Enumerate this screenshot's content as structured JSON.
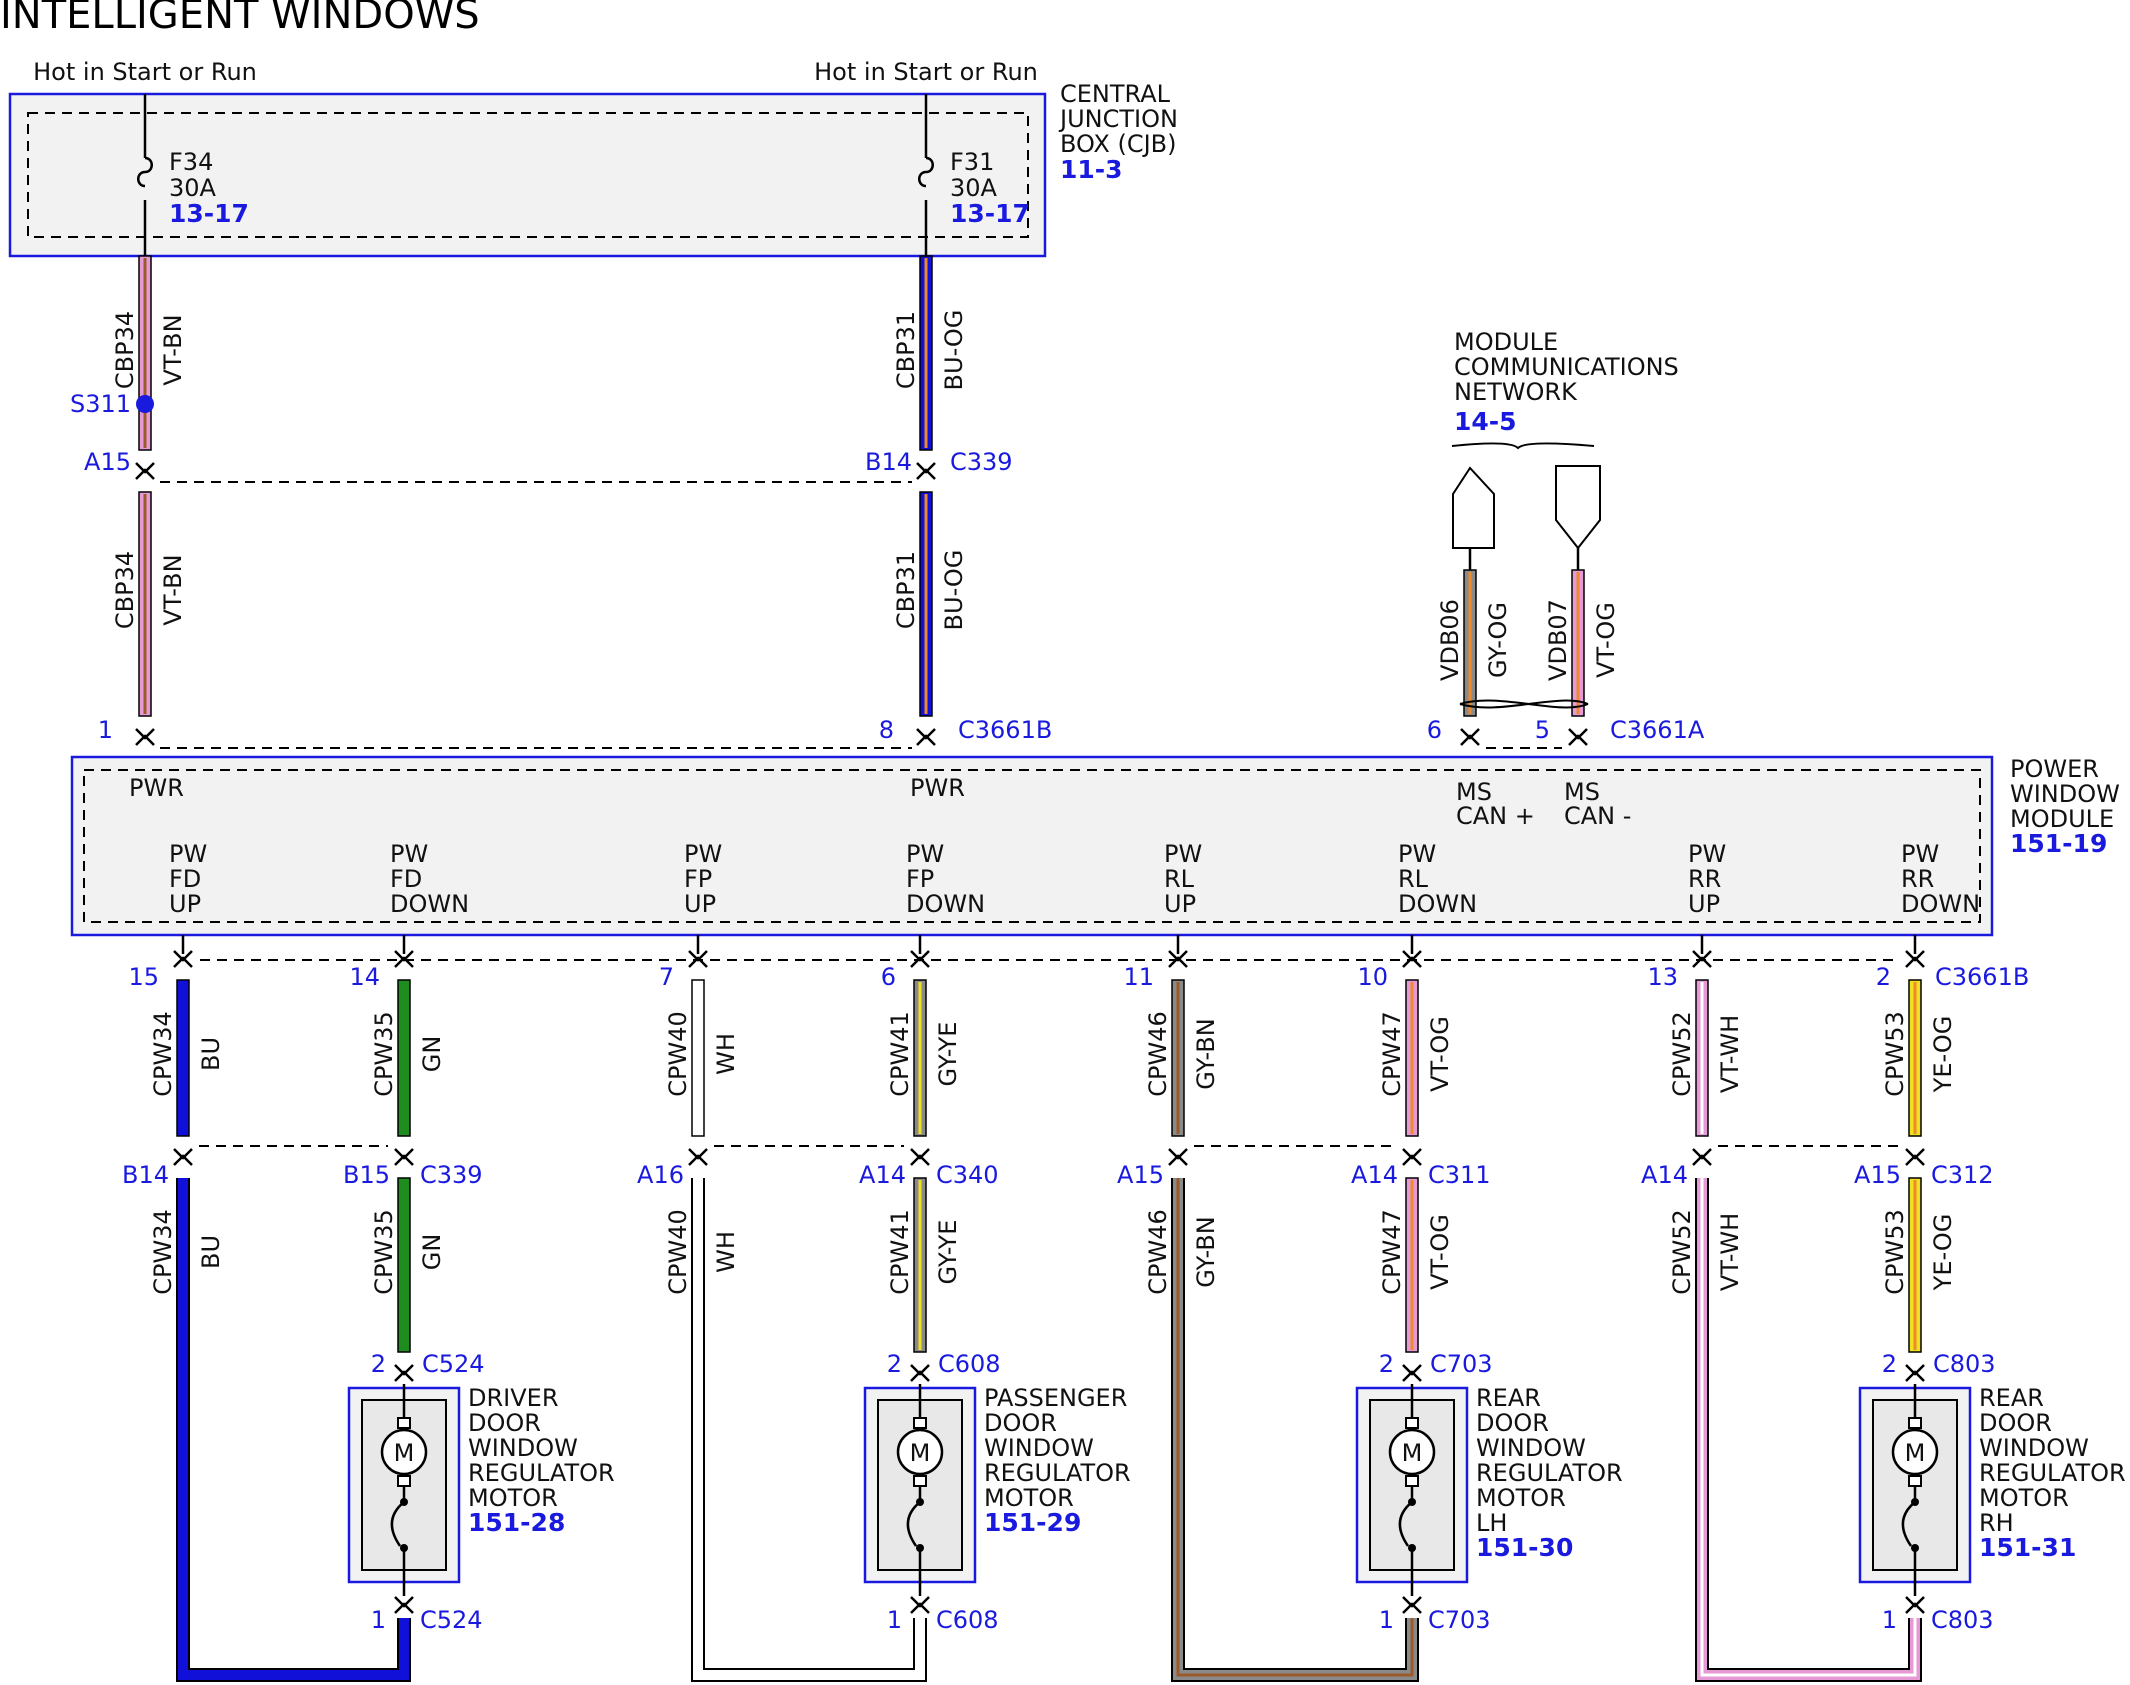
{
  "title": "INTELLIGENT WINDOWS",
  "colors": {
    "box_border": "#1a1adf",
    "box_fill": "#f2f2f2",
    "label_blue": "#1a1adf",
    "dashed": "#000000"
  },
  "power_feeds": [
    {
      "supply": "Hot in Start or Run",
      "fuse": "F34",
      "amps": "30A",
      "fuse_ref": "13-17",
      "wire_top": {
        "circuit": "CBP34",
        "color": "VT-BN"
      },
      "splice": "S311",
      "inline": {
        "pin": "A15",
        "connector": ""
      },
      "wire_bottom": {
        "circuit": "CBP34",
        "color": "VT-BN"
      },
      "pwm_pin": "1",
      "pwm_connector": "",
      "pwm_pin_name": "PWR"
    },
    {
      "supply": "Hot in Start or Run",
      "fuse": "F31",
      "amps": "30A",
      "fuse_ref": "13-17",
      "wire_top": {
        "circuit": "CBP31",
        "color": "BU-OG"
      },
      "splice": "",
      "inline": {
        "pin": "B14",
        "connector": "C339"
      },
      "wire_bottom": {
        "circuit": "CBP31",
        "color": "BU-OG"
      },
      "pwm_pin": "8",
      "pwm_connector": "C3661B",
      "pwm_pin_name": "PWR"
    }
  ],
  "cjb": {
    "name_lines": [
      "CENTRAL",
      "JUNCTION",
      "BOX (CJB)"
    ],
    "ref": "11-3"
  },
  "network": {
    "name_lines": [
      "MODULE",
      "COMMUNICATIONS",
      "NETWORK"
    ],
    "ref": "14-5",
    "wires": [
      {
        "circuit": "VDB06",
        "color": "GY-OG",
        "pin": "6",
        "connector": "",
        "pin_name_lines": [
          "MS",
          "CAN +"
        ]
      },
      {
        "circuit": "VDB07",
        "color": "VT-OG",
        "pin": "5",
        "connector": "C3661A",
        "pin_name_lines": [
          "MS",
          "CAN -"
        ]
      }
    ]
  },
  "pwm": {
    "name_lines": [
      "POWER",
      "WINDOW",
      "MODULE"
    ],
    "ref": "151-19"
  },
  "outputs": [
    {
      "name_lines": [
        "PW",
        "FD",
        "UP"
      ],
      "pin": "15",
      "connector": "",
      "wire_top": {
        "circuit": "CPW34",
        "color": "BU"
      },
      "inline": {
        "pin": "B14",
        "connector": ""
      },
      "wire_bottom": {
        "circuit": "CPW34",
        "color": "BU"
      }
    },
    {
      "name_lines": [
        "PW",
        "FD",
        "DOWN"
      ],
      "pin": "14",
      "connector": "",
      "wire_top": {
        "circuit": "CPW35",
        "color": "GN"
      },
      "inline": {
        "pin": "B15",
        "connector": "C339"
      },
      "wire_bottom": {
        "circuit": "CPW35",
        "color": "GN"
      }
    },
    {
      "name_lines": [
        "PW",
        "FP",
        "UP"
      ],
      "pin": "7",
      "connector": "",
      "wire_top": {
        "circuit": "CPW40",
        "color": "WH"
      },
      "inline": {
        "pin": "A16",
        "connector": ""
      },
      "wire_bottom": {
        "circuit": "CPW40",
        "color": "WH"
      }
    },
    {
      "name_lines": [
        "PW",
        "FP",
        "DOWN"
      ],
      "pin": "6",
      "connector": "",
      "wire_top": {
        "circuit": "CPW41",
        "color": "GY-YE"
      },
      "inline": {
        "pin": "A14",
        "connector": "C340"
      },
      "wire_bottom": {
        "circuit": "CPW41",
        "color": "GY-YE"
      }
    },
    {
      "name_lines": [
        "PW",
        "RL",
        "UP"
      ],
      "pin": "11",
      "connector": "",
      "wire_top": {
        "circuit": "CPW46",
        "color": "GY-BN"
      },
      "inline": {
        "pin": "A15",
        "connector": ""
      },
      "wire_bottom": {
        "circuit": "CPW46",
        "color": "GY-BN"
      }
    },
    {
      "name_lines": [
        "PW",
        "RL",
        "DOWN"
      ],
      "pin": "10",
      "connector": "",
      "wire_top": {
        "circuit": "CPW47",
        "color": "VT-OG"
      },
      "inline": {
        "pin": "A14",
        "connector": "C311"
      },
      "wire_bottom": {
        "circuit": "CPW47",
        "color": "VT-OG"
      }
    },
    {
      "name_lines": [
        "PW",
        "RR",
        "UP"
      ],
      "pin": "13",
      "connector": "",
      "wire_top": {
        "circuit": "CPW52",
        "color": "VT-WH"
      },
      "inline": {
        "pin": "A14",
        "connector": ""
      },
      "wire_bottom": {
        "circuit": "CPW52",
        "color": "VT-WH"
      }
    },
    {
      "name_lines": [
        "PW",
        "RR",
        "DOWN"
      ],
      "pin": "2",
      "connector": "C3661B",
      "wire_top": {
        "circuit": "CPW53",
        "color": "YE-OG"
      },
      "inline": {
        "pin": "A15",
        "connector": "C312"
      },
      "wire_bottom": {
        "circuit": "CPW53",
        "color": "YE-OG"
      }
    }
  ],
  "motors": [
    {
      "name_lines": [
        "DRIVER",
        "DOOR",
        "WINDOW",
        "REGULATOR",
        "MOTOR"
      ],
      "ref": "151-28",
      "pin_top": "2",
      "pin_bottom": "1",
      "connector": "C524",
      "symbol": "M"
    },
    {
      "name_lines": [
        "PASSENGER",
        "DOOR",
        "WINDOW",
        "REGULATOR",
        "MOTOR"
      ],
      "ref": "151-29",
      "pin_top": "2",
      "pin_bottom": "1",
      "connector": "C608",
      "symbol": "M"
    },
    {
      "name_lines": [
        "REAR",
        "DOOR",
        "WINDOW",
        "REGULATOR",
        "MOTOR",
        "LH"
      ],
      "ref": "151-30",
      "pin_top": "2",
      "pin_bottom": "1",
      "connector": "C703",
      "symbol": "M"
    },
    {
      "name_lines": [
        "REAR",
        "DOOR",
        "WINDOW",
        "REGULATOR",
        "MOTOR",
        "RH"
      ],
      "ref": "151-31",
      "pin_top": "2",
      "pin_bottom": "1",
      "connector": "C803",
      "symbol": "M"
    }
  ]
}
